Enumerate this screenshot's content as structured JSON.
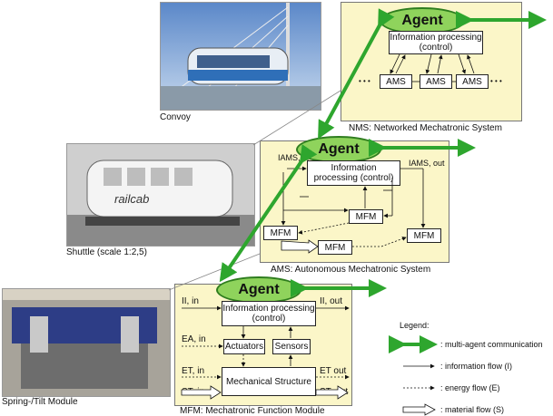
{
  "photos": {
    "convoy_caption": "Convoy",
    "shuttle_caption": "Shuttle (scale 1:2,5)",
    "shuttle_brand": "railcab",
    "module_caption": "Spring-/Tilt Module"
  },
  "nms": {
    "agent": "Agent",
    "info": "Information processing (control)",
    "ams_boxes": [
      "AMS",
      "AMS",
      "AMS"
    ],
    "dots": "• • •",
    "caption": "NMS: Networked Mechatronic System"
  },
  "ams": {
    "agent": "Agent",
    "info": "Information processing (control)",
    "in_label": "IAMS, in",
    "out_label": "IAMS, out",
    "mfm_boxes": [
      "MFM",
      "MFM",
      "MFM",
      "MFM"
    ],
    "caption": "AMS: Autonomous Mechatronic System"
  },
  "mfm": {
    "agent": "Agent",
    "info": "Information processing (control)",
    "i_in": "II, in",
    "i_out": "II, out",
    "e_in": "EA, in",
    "actuators": "Actuators",
    "sensors": "Sensors",
    "et_in": "ET, in",
    "et_out": "ET out",
    "st_in": "ST, in",
    "st_out": "ST, out",
    "mech": "Mechanical Structure",
    "caption": "MFM: Mechatronic Function Module"
  },
  "legend": {
    "title": "Legend:",
    "items": [
      {
        "text": ": multi-agent communication"
      },
      {
        "text": ": information flow (I)"
      },
      {
        "text": ": energy flow (E)"
      },
      {
        "text": ": material flow (S)"
      }
    ]
  },
  "colors": {
    "panel": "#fbf6c8",
    "agent_fill": "#8fd35c",
    "agent_arrow": "#2ea62e"
  }
}
